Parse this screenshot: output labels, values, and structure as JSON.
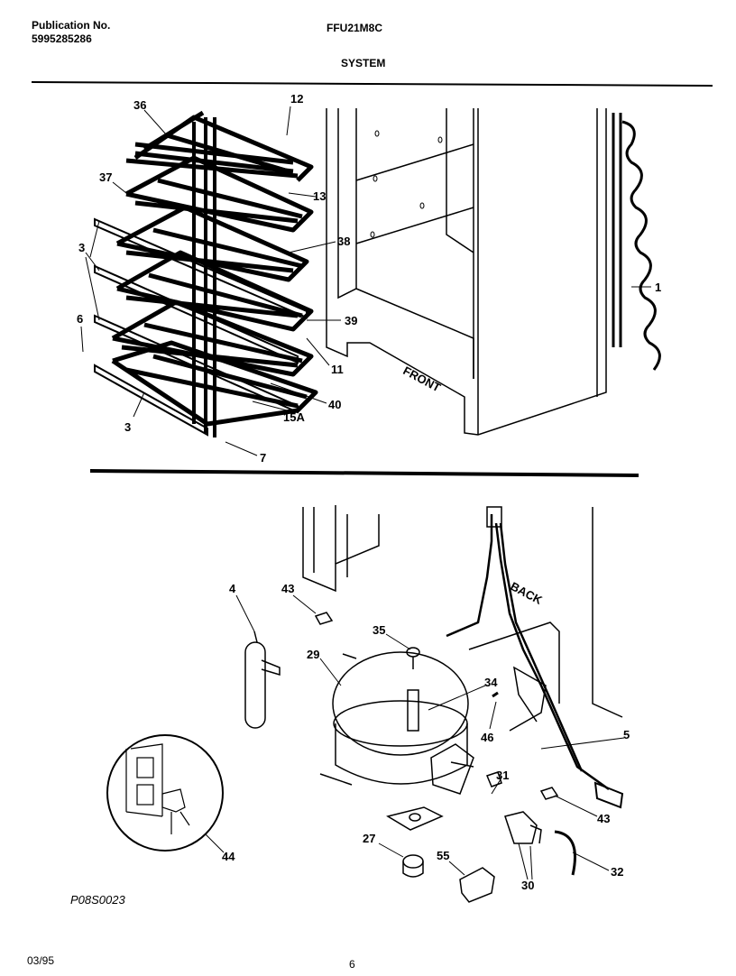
{
  "header": {
    "publication_label": "Publication No.",
    "publication_number": "5995285286",
    "model": "FFU21M8C",
    "section": "SYSTEM"
  },
  "diagram": {
    "front_label": "FRONT",
    "back_label": "BACK",
    "drawing_code": "P08S0023",
    "callouts_top": [
      "36",
      "12",
      "37",
      "13",
      "38",
      "3",
      "1",
      "6",
      "39",
      "11",
      "40",
      "15A",
      "3",
      "7"
    ],
    "callouts_bottom": [
      "4",
      "43",
      "35",
      "29",
      "34",
      "5",
      "46",
      "31",
      "43",
      "44",
      "27",
      "55",
      "32",
      "30"
    ]
  },
  "footer": {
    "date": "03/95",
    "page": "6"
  }
}
